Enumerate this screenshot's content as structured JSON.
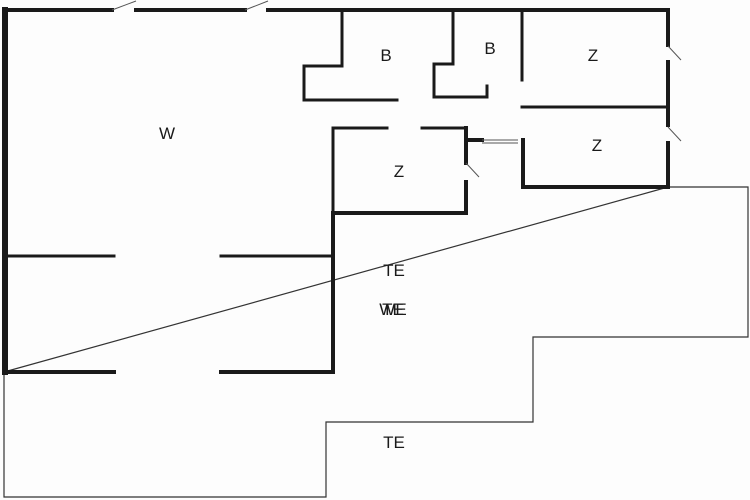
{
  "floorplan": {
    "labels": {
      "living": "W",
      "bath_1": "B",
      "bath_2": "B",
      "room_top_right": "Z",
      "room_mid_right": "Z",
      "room_center": "Z",
      "terrace_upper": "TE",
      "overlap_upper": "WE",
      "overlap_lower": "TE",
      "terrace_lower": "TE"
    },
    "colors": {
      "background": "#fdfdfd",
      "wall": "#1a1a1a",
      "outline": "#333333",
      "door": "#555555"
    }
  }
}
